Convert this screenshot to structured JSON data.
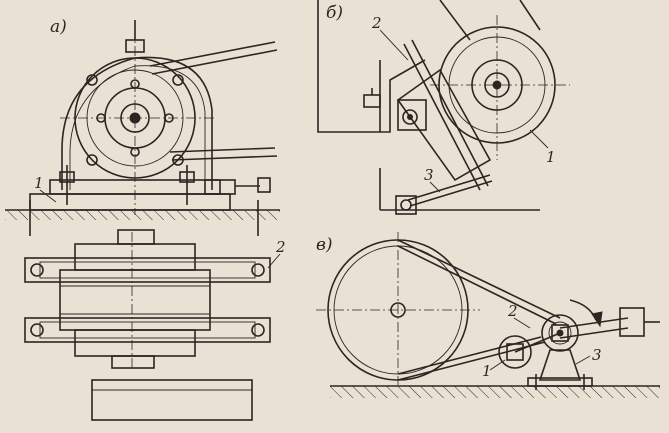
{
  "panels": {
    "a": {
      "label": "а)",
      "callouts": [
        "1",
        "2"
      ]
    },
    "b": {
      "label": "б)",
      "callouts": [
        "2",
        "1",
        "3"
      ]
    },
    "v": {
      "label": "в)",
      "callouts": [
        "2",
        "1",
        "3"
      ]
    }
  }
}
